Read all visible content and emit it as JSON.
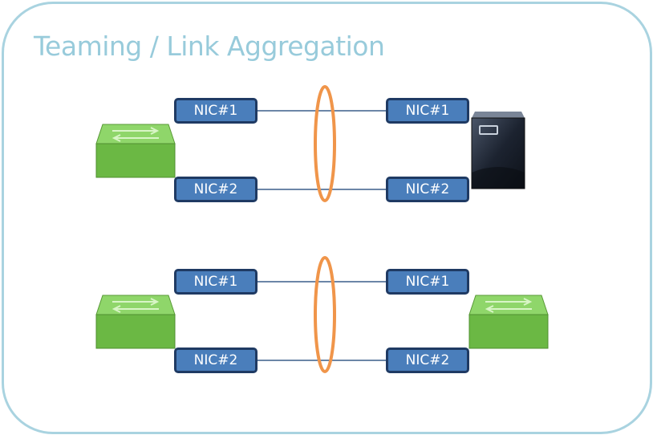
{
  "title": "Teaming / Link Aggregation",
  "colors": {
    "frame": "#a9d3e0",
    "title": "#98cbdb",
    "nic_fill": "#4a7ebb",
    "nic_border": "#1f3a63",
    "link": "#3b5f8a",
    "aggregation_ring": "#f0954a",
    "switch": "#6fbf4a",
    "server": "#2a3344"
  },
  "groups": [
    {
      "left_device": "switch-icon",
      "right_device": "server-icon",
      "left_nics": [
        "NIC#1",
        "NIC#2"
      ],
      "right_nics": [
        "NIC#1",
        "NIC#2"
      ]
    },
    {
      "left_device": "switch-icon",
      "right_device": "switch-icon",
      "left_nics": [
        "NIC#1",
        "NIC#2"
      ],
      "right_nics": [
        "NIC#1",
        "NIC#2"
      ]
    }
  ]
}
